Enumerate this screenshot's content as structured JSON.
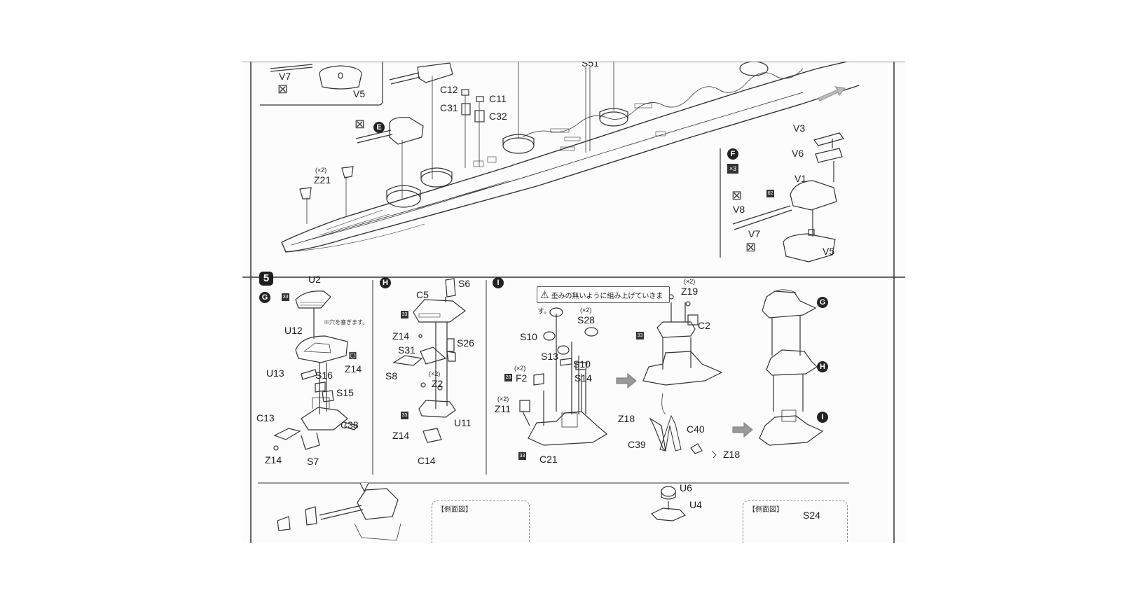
{
  "step_number": "5",
  "sub_markers": {
    "e": "E",
    "f": "F",
    "g": "G",
    "h": "H",
    "i": "I"
  },
  "count_badge": "×3",
  "paint_code": "62",
  "box_code_33": "33",
  "box_code_28": "28",
  "warning_text": "歪みの無いように組み上げていきます。",
  "note_fill_hole": "※穴を塞ぎます。",
  "side_view_title": "【側面図】",
  "labels": {
    "v7_top": "V7",
    "v5_top": "V5",
    "s51": "S51",
    "c12": "C12",
    "c11": "C11",
    "c31": "C31",
    "c32": "C32",
    "z21_count": "(×2)",
    "z21": "Z21",
    "v3": "V3",
    "v6": "V6",
    "v1": "V1",
    "v8": "V8",
    "v7_right": "V7",
    "v5_right": "V5",
    "u2": "U2",
    "u12": "U12",
    "z14_a": "Z14",
    "u13": "U13",
    "s16": "S16",
    "s15": "S15",
    "c13": "C13",
    "c38": "C38",
    "z14_b": "Z14",
    "s7": "S7",
    "s6": "S6",
    "c5": "C5",
    "z14_c": "Z14",
    "s26": "S26",
    "s31": "S31",
    "s8": "S8",
    "z2_count": "(×2)",
    "z2": "Z2",
    "u11": "U11",
    "z14_d": "Z14",
    "c14": "C14",
    "s28_count": "(×2)",
    "s28": "S28",
    "s10_a": "S10",
    "s13": "S13",
    "s10_b": "S10",
    "s14": "S14",
    "f2_count": "(×2)",
    "f2": "F2",
    "z11_count": "(×2)",
    "z11": "Z11",
    "c21": "C21",
    "z19_count": "(×2)",
    "z19": "Z19",
    "c2": "C2",
    "z18_a": "Z18",
    "c40": "C40",
    "c39": "C39",
    "z18_b": "Z18",
    "u6": "U6",
    "u4": "U4",
    "s24": "S24"
  }
}
